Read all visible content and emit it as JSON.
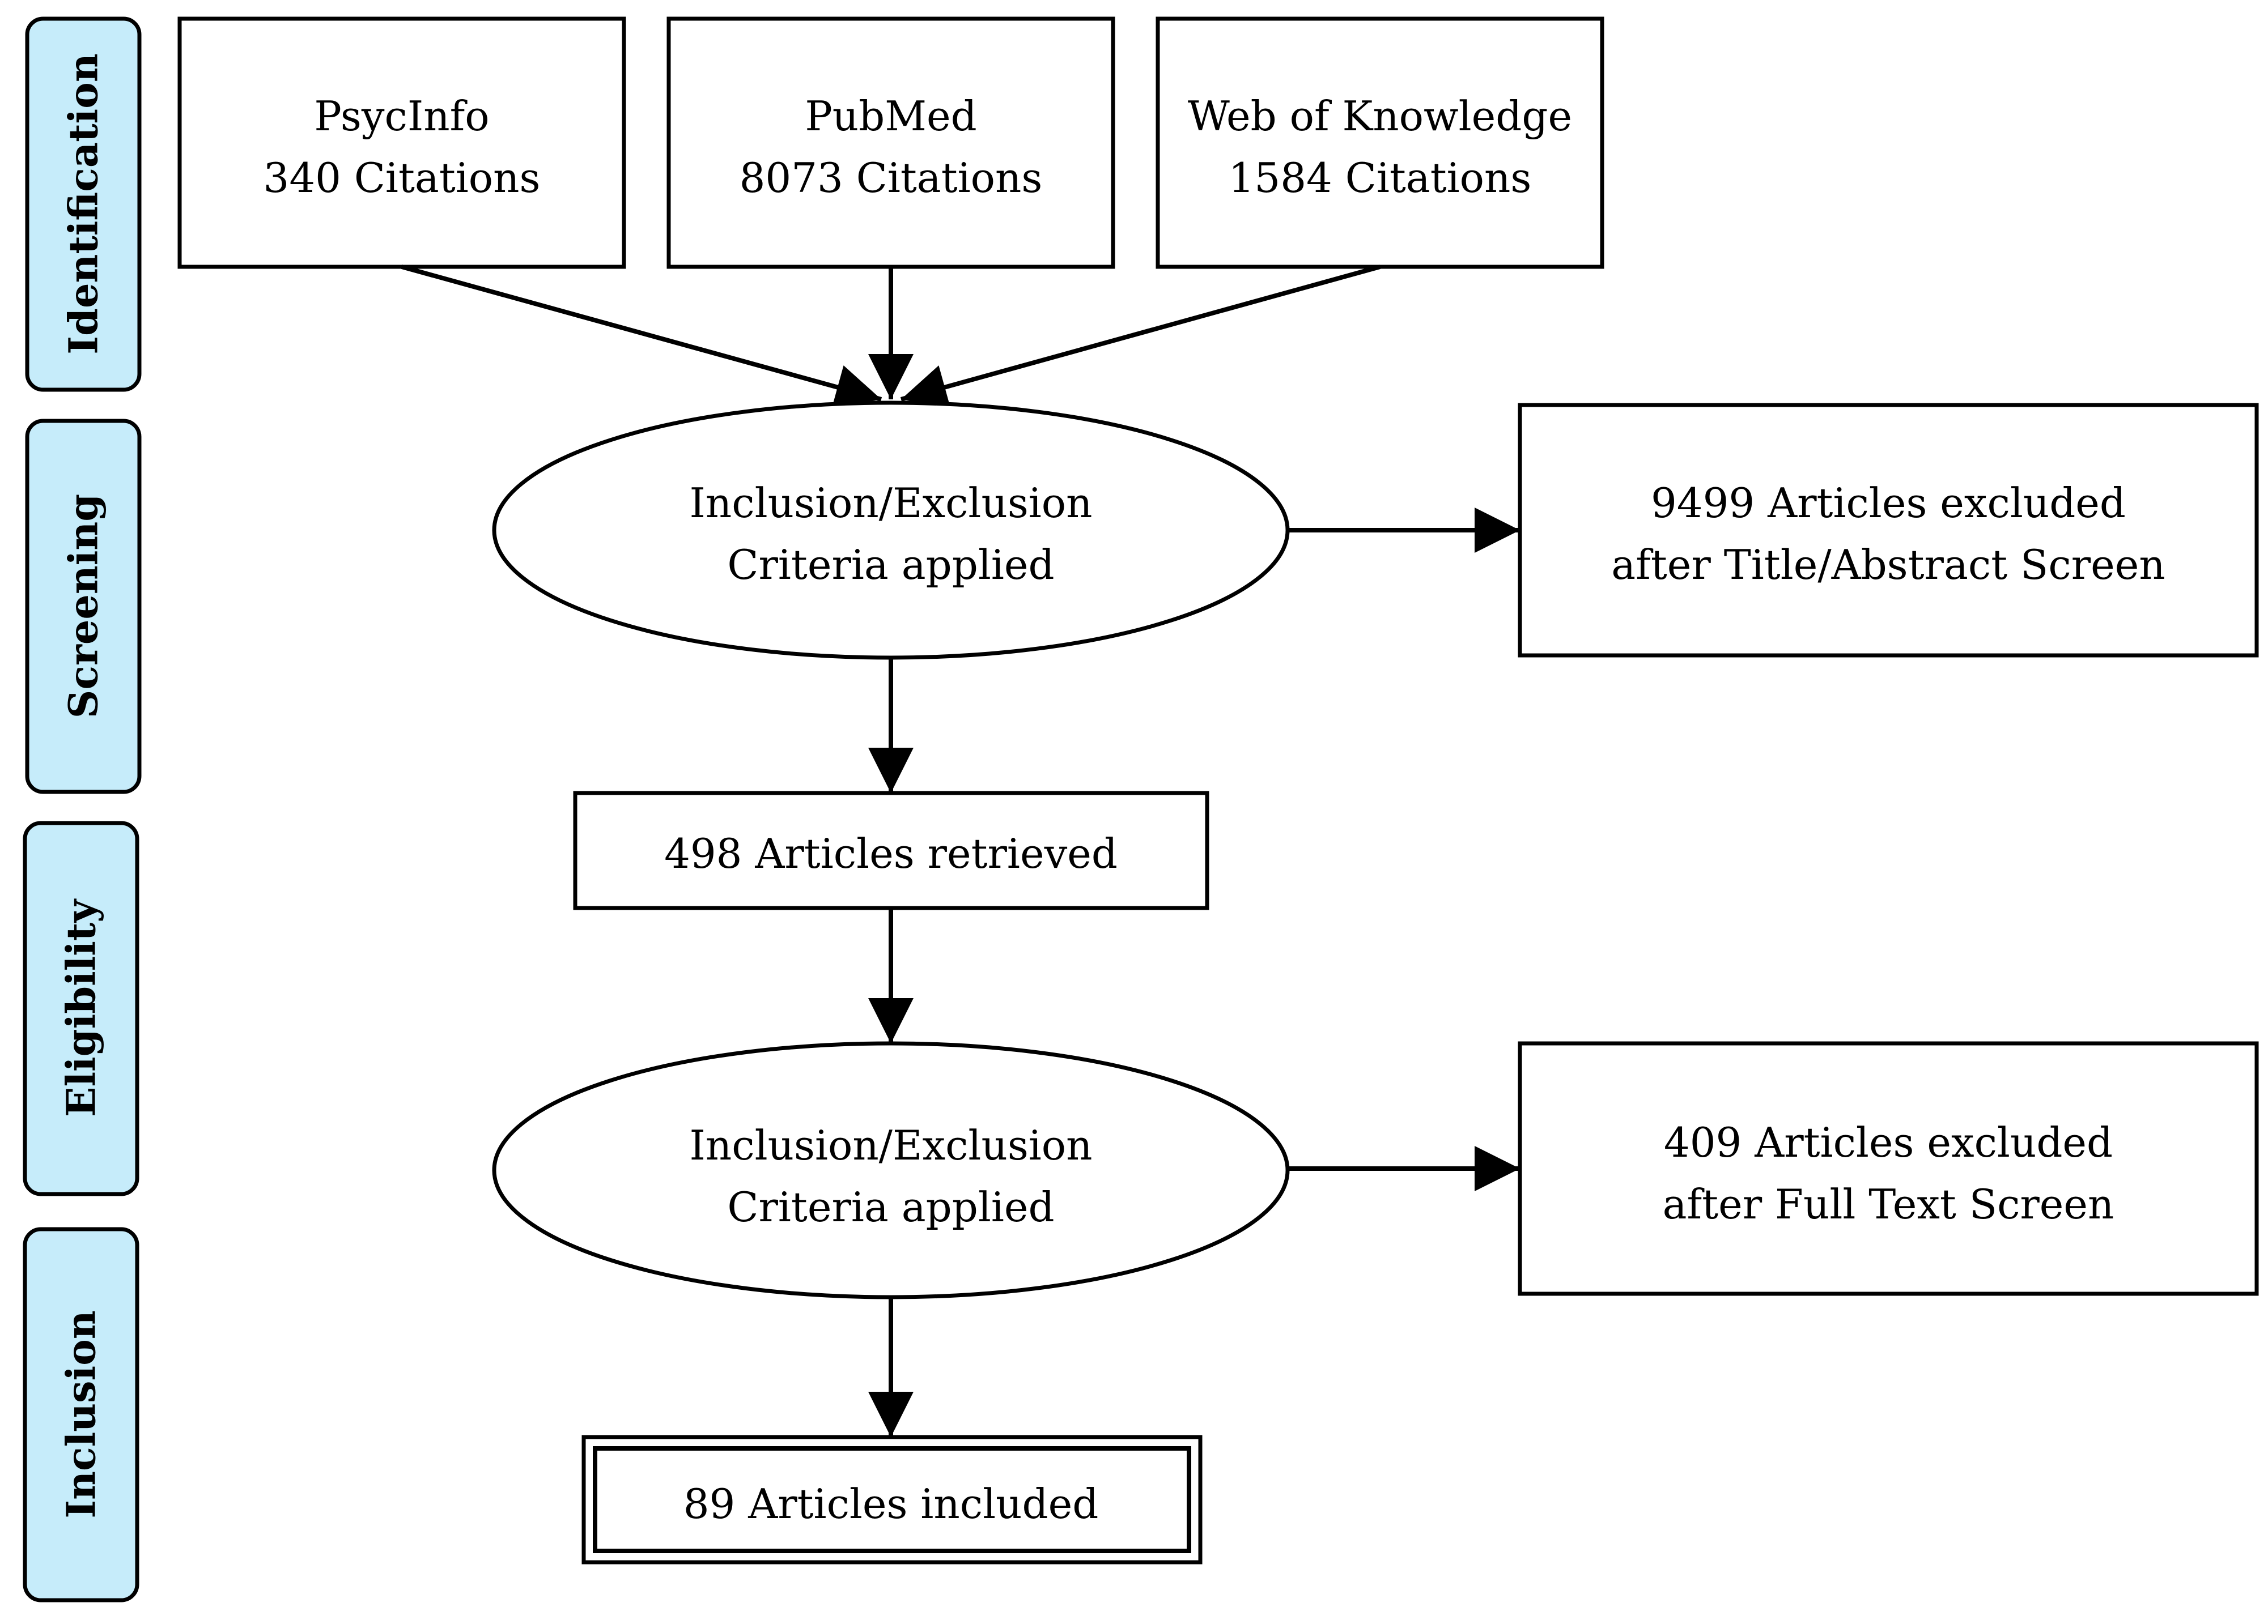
{
  "colors": {
    "stage_fill": "#c6ecfa",
    "stroke": "#000000",
    "background": "#ffffff"
  },
  "stages": [
    {
      "label": "Identification"
    },
    {
      "label": "Screening"
    },
    {
      "label": "Eligibility"
    },
    {
      "label": "Inclusion"
    }
  ],
  "sources": [
    {
      "name": "PsycInfo",
      "count": "340 Citations"
    },
    {
      "name": "PubMed",
      "count": "8073 Citations"
    },
    {
      "name": "Web of Knowledge",
      "count": "1584 Citations"
    }
  ],
  "screening": {
    "criteria_line1": "Inclusion/Exclusion",
    "criteria_line2": "Criteria applied",
    "excluded_line1": "9499 Articles excluded",
    "excluded_line2": "after Title/Abstract Screen"
  },
  "retrieved": {
    "label": "498 Articles retrieved"
  },
  "eligibility": {
    "criteria_line1": "Inclusion/Exclusion",
    "criteria_line2": "Criteria applied",
    "excluded_line1": "409 Articles excluded",
    "excluded_line2": "after Full Text Screen"
  },
  "included": {
    "label": "89 Articles included"
  }
}
